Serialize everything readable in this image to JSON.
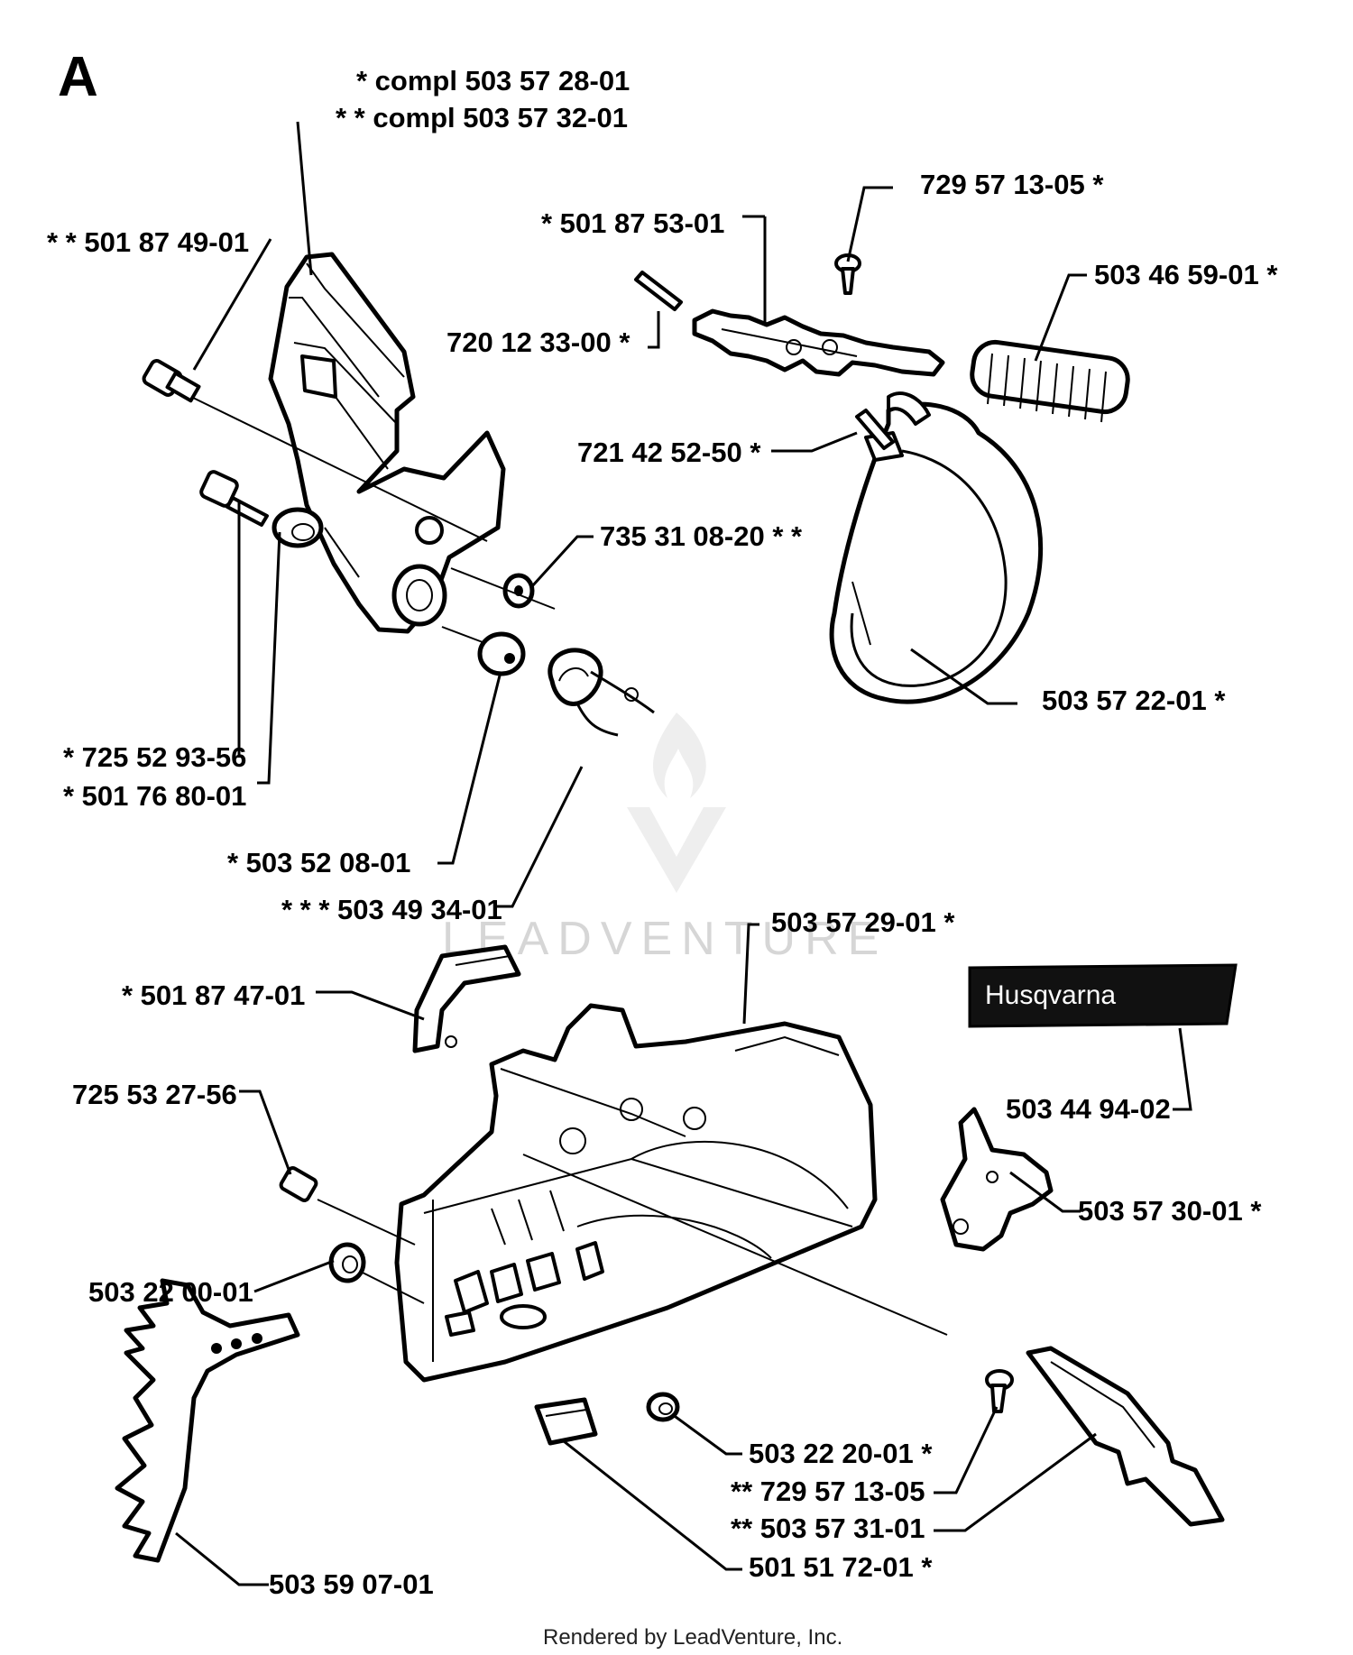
{
  "section_label": "A",
  "labels": {
    "cover_compl_1": "*  compl 503 57 28-01",
    "cover_compl_2": "* *  compl 503 57 32-01",
    "p_501_87_49_01": "* *  501 87 49-01",
    "p_501_87_53_01": "*  501 87 53-01",
    "p_729_57_13_05_top": "729 57 13-05  *",
    "p_503_46_59_01": "503 46 59-01  *",
    "p_720_12_33_00": "720 12 33-00  *",
    "p_721_42_52_50": "721 42 52-50  *",
    "p_735_31_08_20": "735 31 08-20  * *",
    "p_503_57_22_01": "503 57 22-01  *",
    "p_725_52_93_56": "*  725 52 93-56",
    "p_501_76_80_01": "*  501 76 80-01",
    "p_503_52_08_01": "*  503 52 08-01",
    "p_503_49_34_01": "* * *  503 49 34-01",
    "p_503_57_29_01": "503 57 29-01  *",
    "p_501_87_47_01": "*  501 87 47-01",
    "p_503_44_94_02": "503 44 94-02",
    "p_725_53_27_56": "725 53 27-56",
    "p_503_57_30_01": "503 57 30-01  *",
    "p_503_22_00_01": "503 22 00-01",
    "p_503_22_20_01": "503 22 20-01  *",
    "p_729_57_13_05_bottom": "**  729 57 13-05",
    "p_503_57_31_01": "**  503 57 31-01",
    "p_501_51_72_01": "501 51 72-01  *",
    "p_503_59_07_01": "503 59 07-01"
  },
  "decal_text": "Husqvarna",
  "watermark_text": "LEADVENTURE",
  "footer_text": "Rendered by LeadVenture, Inc."
}
